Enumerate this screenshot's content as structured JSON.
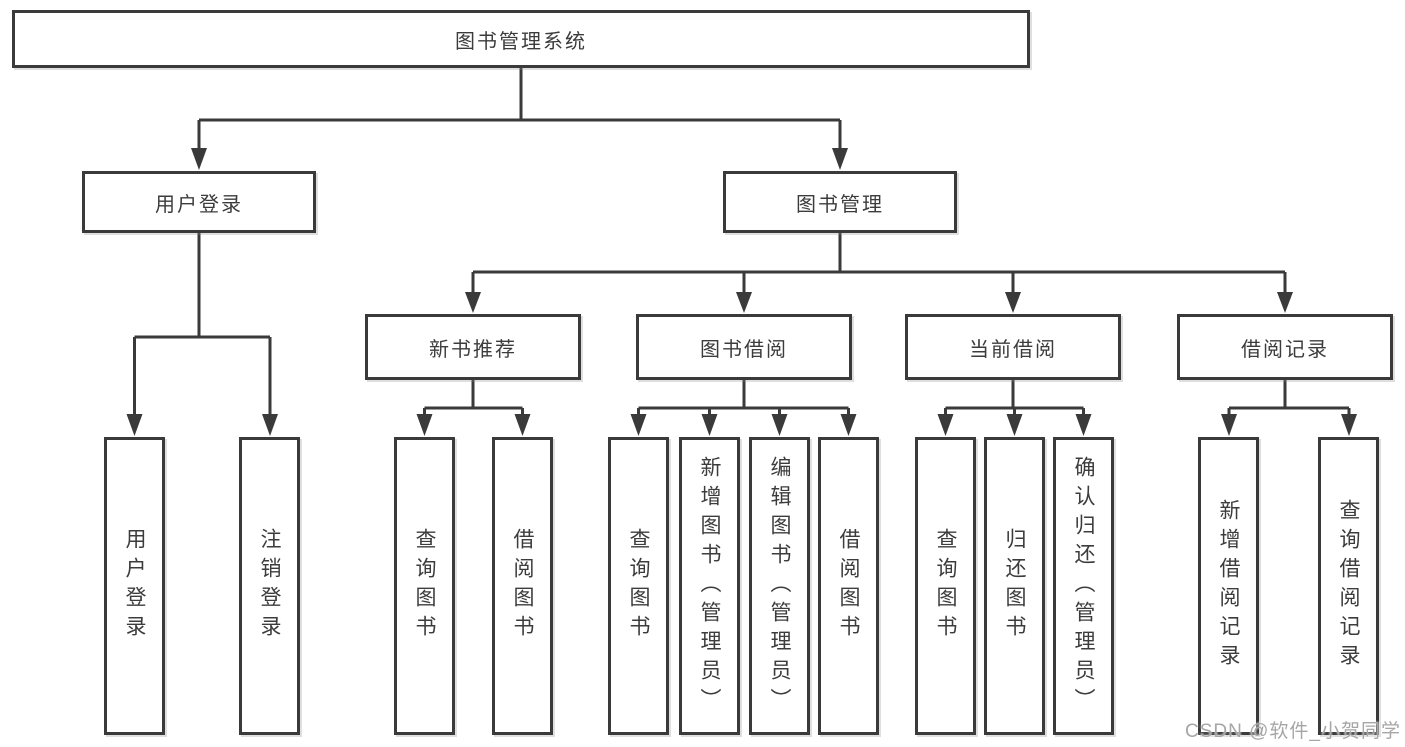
{
  "diagram": {
    "type": "functional-structure-tree",
    "colors": {
      "line": "#3a3a3a",
      "box_border": "#3a3a3a",
      "box_background": "#ffffff",
      "text": "#3c3c3c",
      "watermark": "#a6a6a6"
    },
    "watermark": "CSDN @软件_小贺同学",
    "nodes": {
      "root": "图书管理系统",
      "user_login": "用户登录",
      "book_mgmt": "图书管理",
      "new_book_rec": "新书推荐",
      "book_borrow": "图书借阅",
      "current_borrow": "当前借阅",
      "borrow_record": "借阅记录",
      "leaf_user_login": "用户登录",
      "leaf_logout": "注销登录",
      "leaf_nb_query": "查询图书",
      "leaf_nb_borrow": "借阅图书",
      "leaf_bb_query": "查询图书",
      "leaf_bb_add": "新增图书（管理员）",
      "leaf_bb_edit": "编辑图书（管理员）",
      "leaf_bb_borrow": "借阅图书",
      "leaf_cb_query": "查询图书",
      "leaf_cb_return": "归还图书",
      "leaf_cb_confirm": "确认归还（管理员）",
      "leaf_br_add": "新增借阅记录",
      "leaf_br_query": "查询借阅记录"
    },
    "hierarchy": {
      "图书管理系统": {
        "用户登录": [
          "用户登录",
          "注销登录"
        ],
        "图书管理": {
          "新书推荐": [
            "查询图书",
            "借阅图书"
          ],
          "图书借阅": [
            "查询图书",
            "新增图书（管理员）",
            "编辑图书（管理员）",
            "借阅图书"
          ],
          "当前借阅": [
            "查询图书",
            "归还图书",
            "确认归还（管理员）"
          ],
          "借阅记录": [
            "新增借阅记录",
            "查询借阅记录"
          ]
        }
      }
    }
  }
}
